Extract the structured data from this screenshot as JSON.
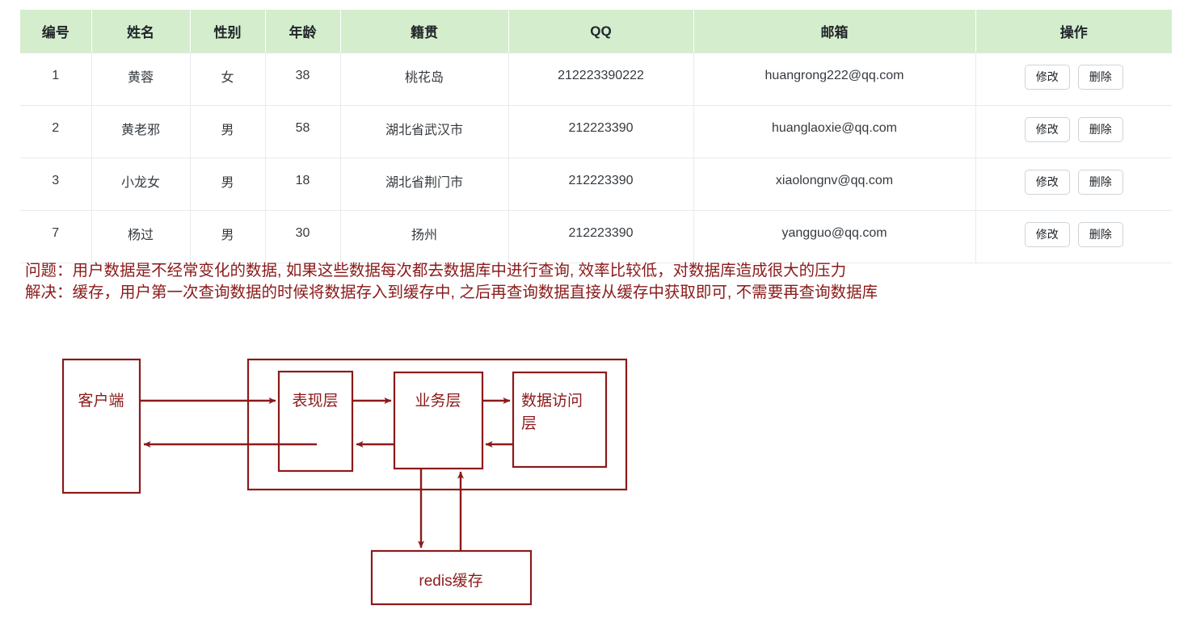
{
  "table": {
    "columns": [
      "编号",
      "姓名",
      "性别",
      "年龄",
      "籍贯",
      "QQ",
      "邮箱",
      "操作"
    ],
    "rows": [
      {
        "id": "1",
        "name": "黄蓉",
        "gender": "女",
        "age": "38",
        "native_place": "桃花岛",
        "qq": "212223390222",
        "email": "huangrong222@qq.com",
        "edit_label": "修改",
        "delete_label": "删除"
      },
      {
        "id": "2",
        "name": "黄老邪",
        "gender": "男",
        "age": "58",
        "native_place": "湖北省武汉市",
        "qq": "212223390",
        "email": "huanglaoxie@qq.com",
        "edit_label": "修改",
        "delete_label": "删除"
      },
      {
        "id": "3",
        "name": "小龙女",
        "gender": "男",
        "age": "18",
        "native_place": "湖北省荆门市",
        "qq": "212223390",
        "email": "xiaolongnv@qq.com",
        "edit_label": "修改",
        "delete_label": "删除"
      },
      {
        "id": "7",
        "name": "杨过",
        "gender": "男",
        "age": "30",
        "native_place": "扬州",
        "qq": "212223390",
        "email": "yangguo@qq.com",
        "edit_label": "修改",
        "delete_label": "删除"
      }
    ],
    "header_bg": "#d4edcd"
  },
  "notes": {
    "color": "#8b1a1a",
    "problem": "问题：用户数据是不经常变化的数据, 如果这些数据每次都去数据库中进行查询, 效率比较低，对数据库造成很大的压力",
    "solution": "解决：缓存，用户第一次查询数据的时候将数据存入到缓存中, 之后再查询数据直接从缓存中获取即可, 不需要再查询数据库"
  },
  "diagram": {
    "color": "#8b1a1a",
    "boxes": {
      "client": "客户端",
      "presentation": "表现层",
      "business": "业务层",
      "data_access_line1": "数据访问",
      "data_access_line2": "层",
      "cache": "redis缓存"
    }
  }
}
